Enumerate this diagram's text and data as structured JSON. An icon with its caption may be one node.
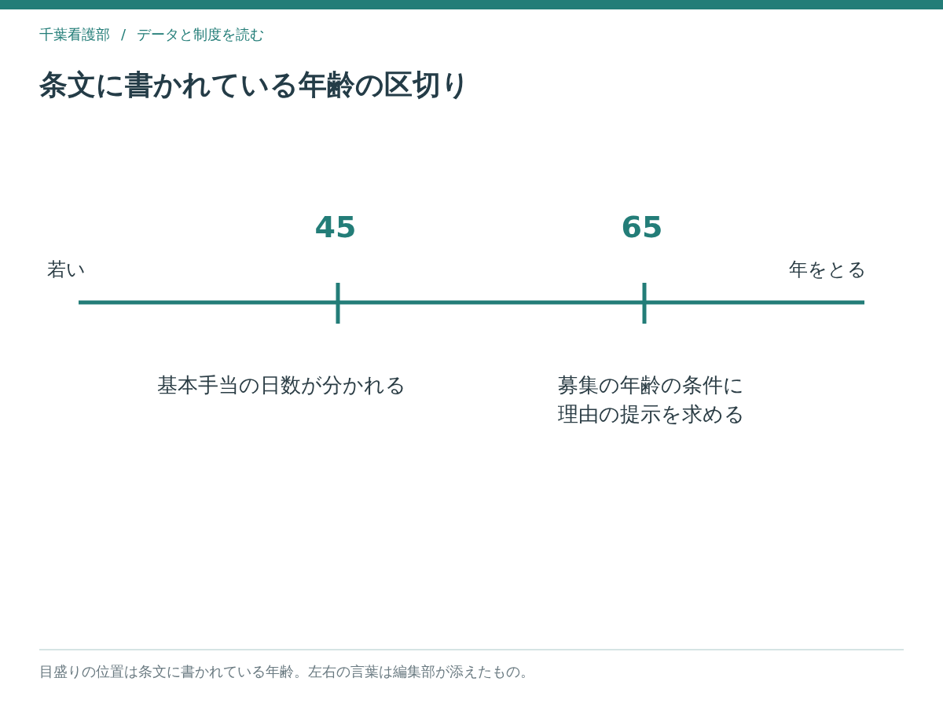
{
  "diagram": {
    "title": "条文に書かれている年齢の区切り",
    "caption": "目盛りの位置は条文に書かれている年齢。左右の言葉は編集部が添えたもの。",
    "labels": [
      "千葉看護部",
      "/",
      "データと制度を読む",
      "45",
      "65",
      "若い",
      "年をとる",
      "基本手当の日数が分かれる",
      "募集の年齢の条件に理由の提示を求める"
    ]
  }
}
